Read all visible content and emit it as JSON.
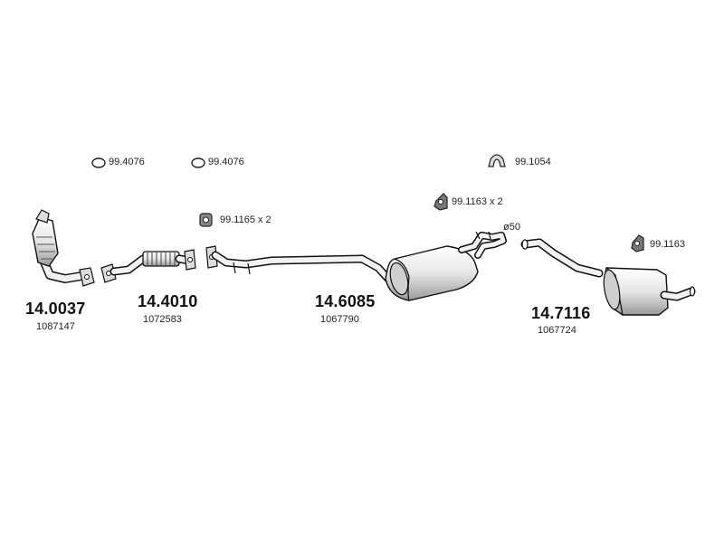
{
  "parts": [
    {
      "number": "14.0037",
      "oe": "1087147"
    },
    {
      "number": "14.4010",
      "oe": "1072583"
    },
    {
      "number": "14.6085",
      "oe": "1067790"
    },
    {
      "number": "14.7116",
      "oe": "1067724"
    }
  ],
  "accessories": {
    "ring_1": "99.4076",
    "ring_2": "99.4076",
    "clamp_1": "99.1054",
    "mount_1": "99.1165 x 2",
    "mount_2": "99.1163 x 2",
    "mount_3": "99.1163"
  },
  "pipe_diameter": "ø50"
}
